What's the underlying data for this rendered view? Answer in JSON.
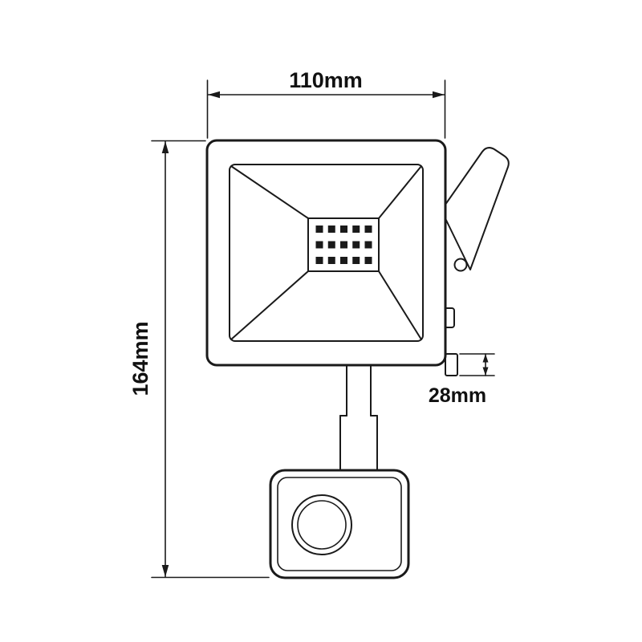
{
  "drawing": {
    "dimensions": {
      "width_label": "110mm",
      "height_label": "164mm",
      "side_label": "28mm"
    },
    "colors": {
      "line": "#1a1a1a",
      "background": "#ffffff",
      "led_chip": "#1a1a1a"
    },
    "led_array": {
      "rows": 3,
      "columns": 5
    }
  }
}
